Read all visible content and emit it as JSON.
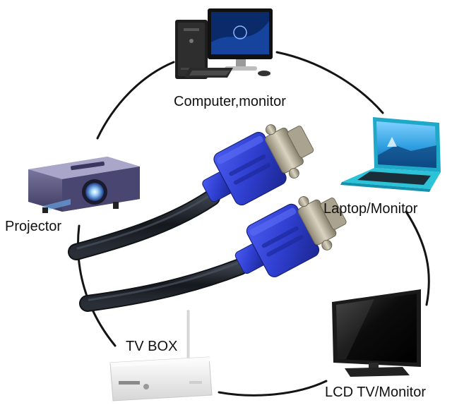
{
  "labels": {
    "computer": "Computer,monitor",
    "laptop": "Laptop/Monitor",
    "projector": "Projector",
    "tvbox": "TV BOX",
    "lcd": "LCD TV/Monitor"
  },
  "colors": {
    "ring": "#141414",
    "connector_blue": "#2f3fd0",
    "connector_dark": "#1d2a9c",
    "cable": "#1b1f26",
    "metal": "#b8b2a0",
    "laptop_screen": "#2f9fe0",
    "laptop_body": "#2cc3d9",
    "projector_body": "#5e5a86",
    "projector_lens": "#4aa3ff",
    "tv_frame": "#1a1a1a",
    "tvbox_body": "#f1f1f1"
  }
}
